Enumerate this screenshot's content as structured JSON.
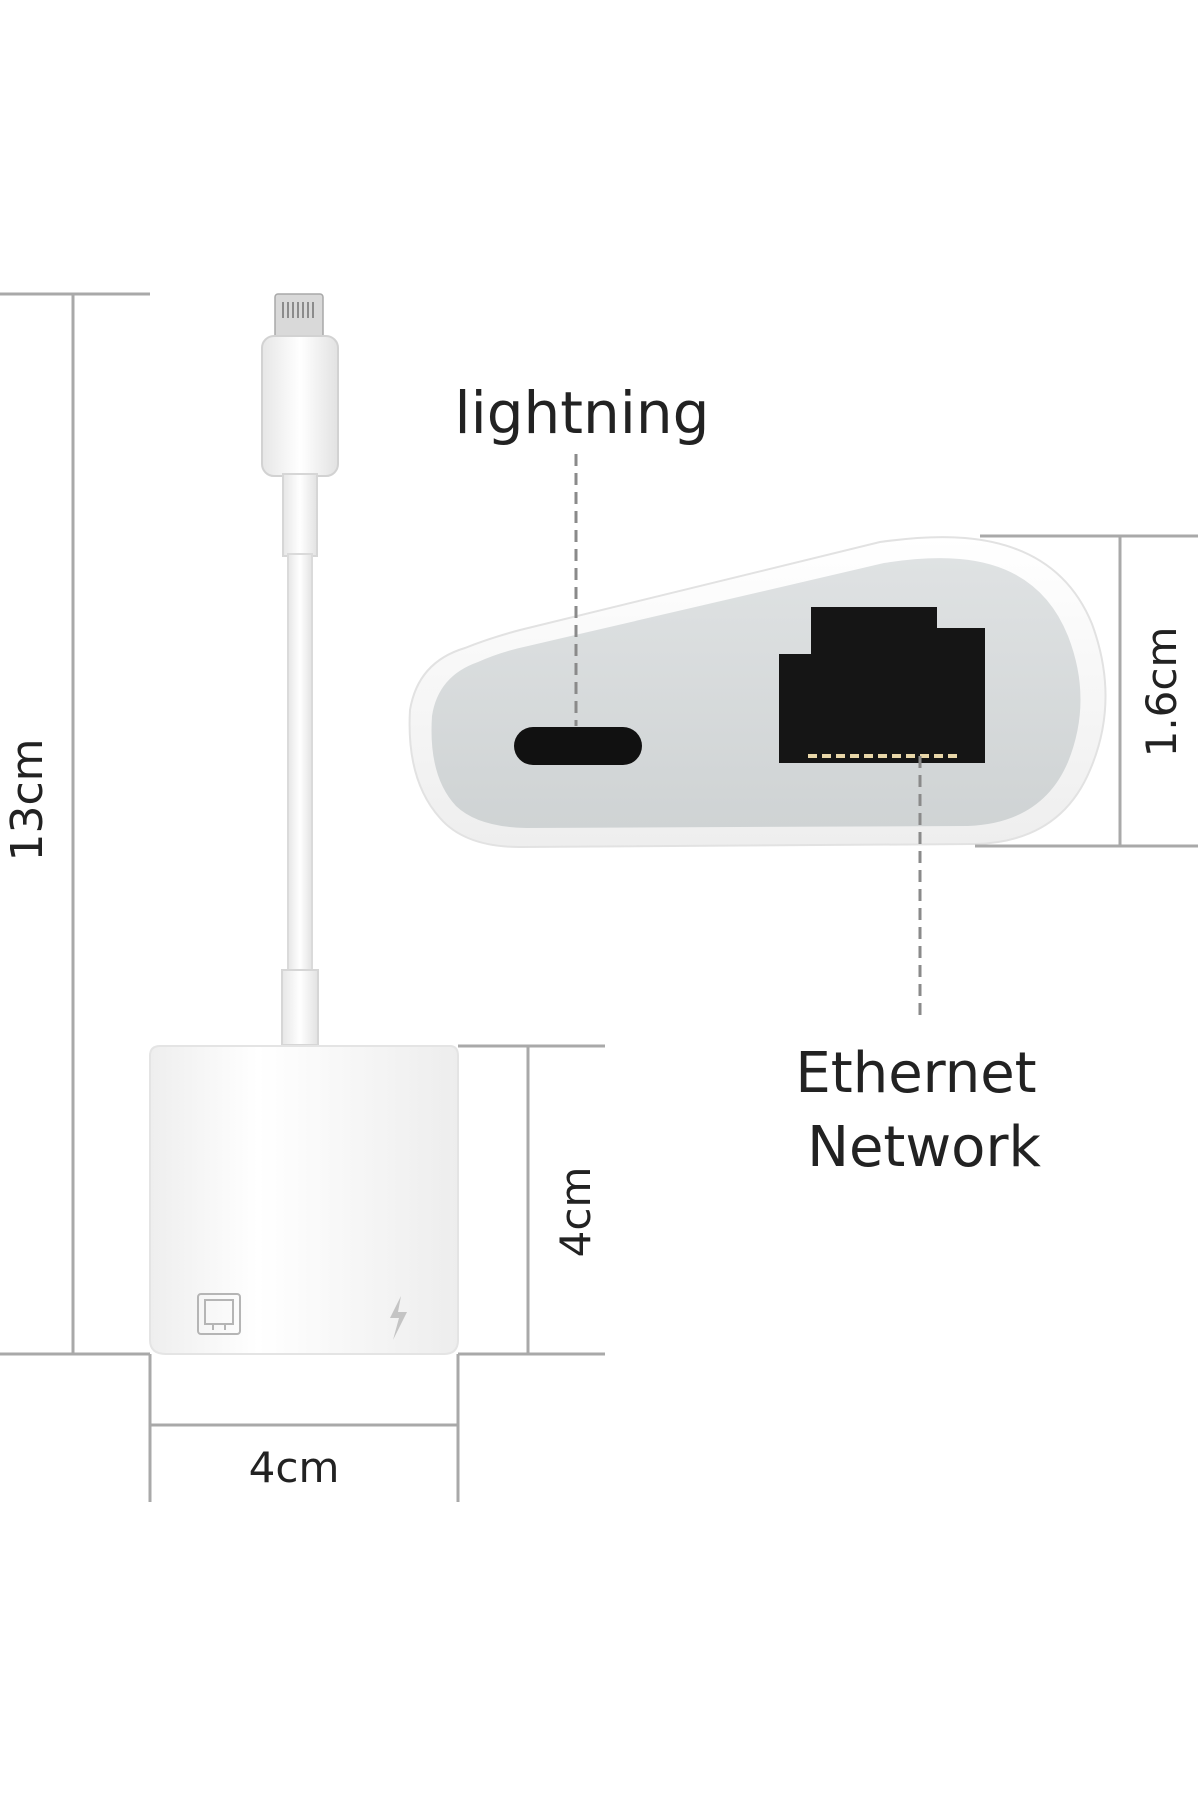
{
  "labels": {
    "lightning_port": "lightning",
    "ethernet_line1": "Ethernet",
    "ethernet_line2": "Network"
  },
  "dimensions": {
    "total_length": "13cm",
    "body_height": "4cm",
    "body_width": "4cm",
    "port_face_height": "1.6cm"
  },
  "colors": {
    "dimension_line": "#a9a9a9",
    "device_body": "#f7f7f7",
    "port_face": "#d7dbdc",
    "rj45_jack": "#151515",
    "lightning_port": "#111111"
  }
}
